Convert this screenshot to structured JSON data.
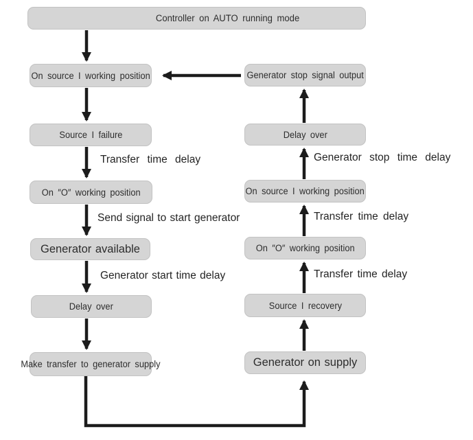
{
  "diagram": {
    "nodes": {
      "controller": {
        "label": "Controller on AUTO running mode"
      },
      "l1": {
        "label": "On source I working position"
      },
      "l2": {
        "label": "Source I failure"
      },
      "l3": {
        "label": "On ″O″ working position"
      },
      "l4": {
        "label": "Generator available"
      },
      "l5": {
        "label": "Delay over"
      },
      "l6": {
        "label": "Make transfer to generator supply"
      },
      "r1": {
        "label": "Generator stop signal output"
      },
      "r2": {
        "label": "Delay over"
      },
      "r3": {
        "label": "On source I working position"
      },
      "r4": {
        "label": "On ″O″ working position"
      },
      "r5": {
        "label": "Source I recovery"
      },
      "r6": {
        "label": "Generator on supply"
      }
    },
    "edge_labels": {
      "left_transfer_delay": "Transfer time delay",
      "send_signal": "Send signal to start generator",
      "gen_start_delay": "Generator start time delay",
      "gen_stop_delay": "Generator stop time delay",
      "right_transfer_delay_upper": "Transfer time delay",
      "right_transfer_delay_lower": "Transfer time delay"
    },
    "colors": {
      "node_fill": "#d5d5d5",
      "node_border": "#c2c2c2",
      "arrow": "#1c1c1c",
      "text": "#2d2d2d",
      "background": "#ffffff"
    }
  }
}
